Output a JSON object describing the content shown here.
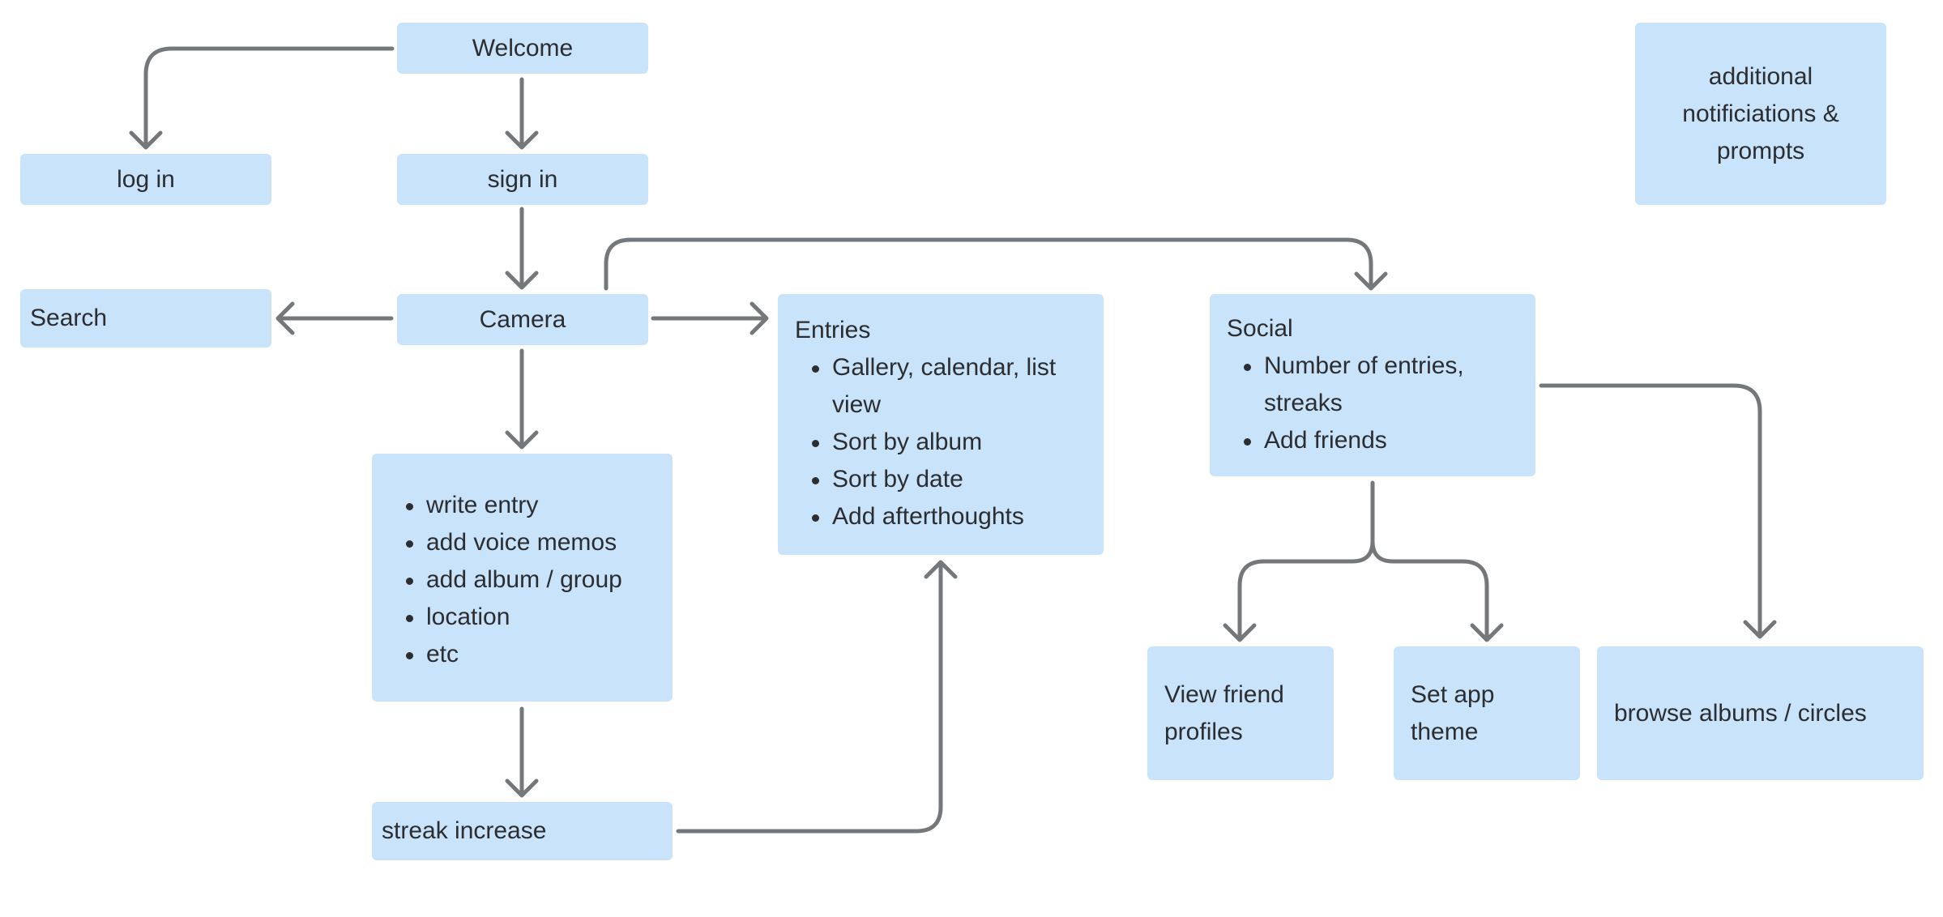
{
  "diagram": {
    "type": "user-flow",
    "colors": {
      "node_fill": "#c9e3fb",
      "connector": "#75787b",
      "text": "#2b2d31"
    },
    "nodes": {
      "welcome": {
        "label": "Welcome"
      },
      "log_in": {
        "label": "log in"
      },
      "sign_in": {
        "label": "sign in"
      },
      "search": {
        "label": "Search"
      },
      "camera": {
        "label": "Camera"
      },
      "entries": {
        "title": "Entries",
        "items": [
          "Gallery, calendar, list view",
          "Sort by album",
          "Sort by date",
          "Add afterthoughts"
        ]
      },
      "social": {
        "title": "Social",
        "items": [
          "Number of entries, streaks",
          "Add friends"
        ]
      },
      "entry_options": {
        "items": [
          "write entry",
          "add voice memos",
          "add album / group",
          "location",
          "etc"
        ]
      },
      "streak_increase": {
        "label": "streak increase"
      },
      "view_friend_profiles": {
        "label": "View friend profiles"
      },
      "set_app_theme": {
        "label": "Set app theme"
      },
      "browse_albums": {
        "label": "browse albums / circles"
      },
      "notifications": {
        "label": "additional notificiations & prompts"
      }
    },
    "edges": [
      {
        "from": "Welcome",
        "to": "log in"
      },
      {
        "from": "Welcome",
        "to": "sign in"
      },
      {
        "from": "sign in",
        "to": "Camera"
      },
      {
        "from": "Camera",
        "to": "Search"
      },
      {
        "from": "Camera",
        "to": "Entries"
      },
      {
        "from": "Camera",
        "to": "Social"
      },
      {
        "from": "Camera",
        "to": "entry options"
      },
      {
        "from": "entry options",
        "to": "streak increase"
      },
      {
        "from": "streak increase",
        "to": "Entries"
      },
      {
        "from": "Social",
        "to": "View friend profiles"
      },
      {
        "from": "Social",
        "to": "Set app theme"
      },
      {
        "from": "Social",
        "to": "browse albums / circles"
      }
    ]
  }
}
